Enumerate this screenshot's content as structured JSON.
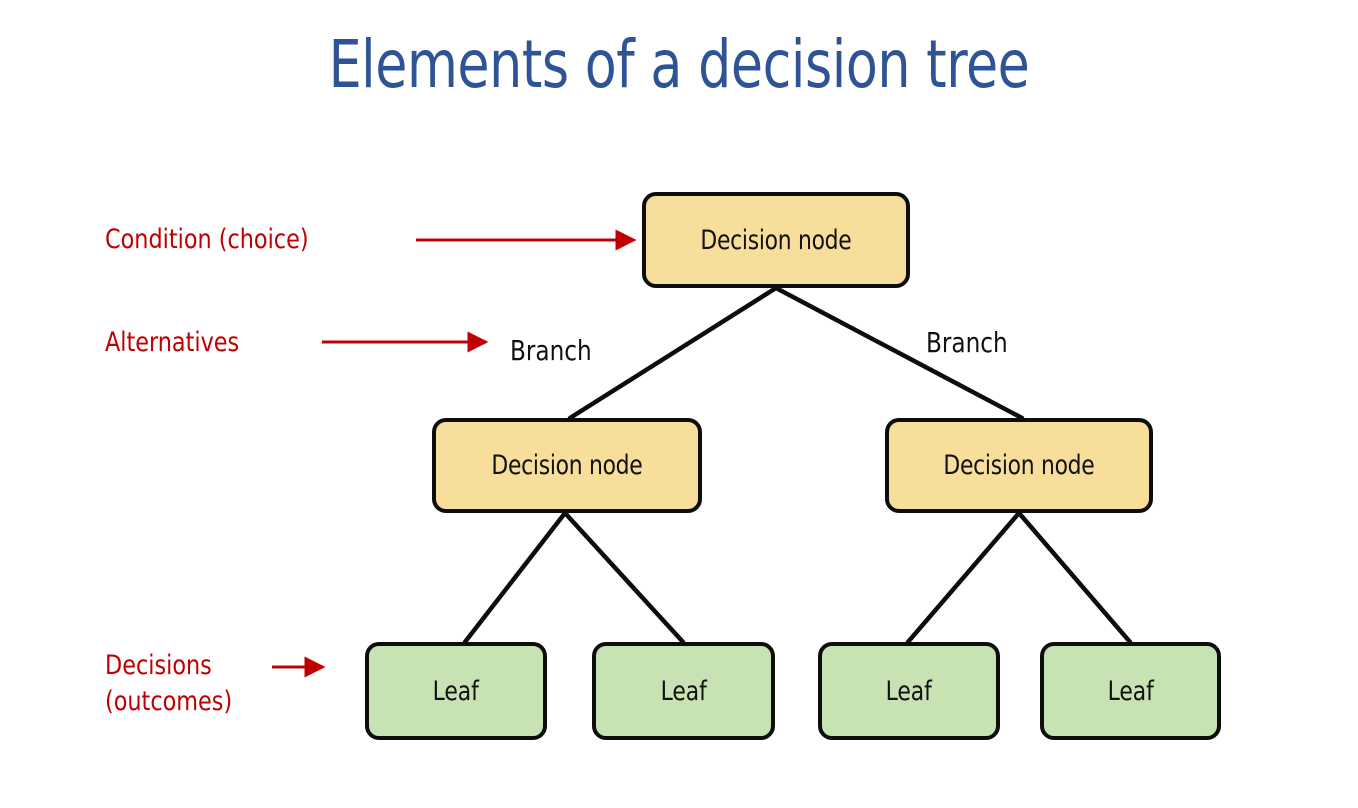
{
  "page": {
    "title": "Elements of a decision tree",
    "background_color": "#FFFFFF",
    "title_color": "#2E5496"
  },
  "colors": {
    "decision_node_fill": "#F8DE9B",
    "leaf_node_fill": "#C7E3B3",
    "node_border": "#0D0D0D",
    "annotation_red": "#C00000",
    "connector_line": "#0D0D0D",
    "title_blue": "#2E5496"
  },
  "annotations": [
    {
      "id": "condition",
      "line1": "Condition (choice)",
      "line2": "",
      "arrow": "right-arrow-icon",
      "points_to": "root-decision-node"
    },
    {
      "id": "alternatives",
      "line1": "Alternatives",
      "line2": "",
      "arrow": "right-arrow-icon",
      "points_to": "branch-label-left"
    },
    {
      "id": "decisions",
      "line1": "Decisions",
      "line2": "(outcomes)",
      "arrow": "right-arrow-icon",
      "points_to": "leaf-node-1"
    }
  ],
  "branch_labels": [
    {
      "id": "branch-left",
      "text": "Branch"
    },
    {
      "id": "branch-right",
      "text": "Branch"
    }
  ],
  "tree": {
    "root": {
      "id": "root-decision-node",
      "label": "Decision node",
      "type": "decision"
    },
    "level2": [
      {
        "id": "decision-node-left",
        "label": "Decision node",
        "type": "decision"
      },
      {
        "id": "decision-node-right",
        "label": "Decision node",
        "type": "decision"
      }
    ],
    "leaves": [
      {
        "id": "leaf-node-1",
        "label": "Leaf",
        "type": "leaf"
      },
      {
        "id": "leaf-node-2",
        "label": "Leaf",
        "type": "leaf"
      },
      {
        "id": "leaf-node-3",
        "label": "Leaf",
        "type": "leaf"
      },
      {
        "id": "leaf-node-4",
        "label": "Leaf",
        "type": "leaf"
      }
    ]
  }
}
